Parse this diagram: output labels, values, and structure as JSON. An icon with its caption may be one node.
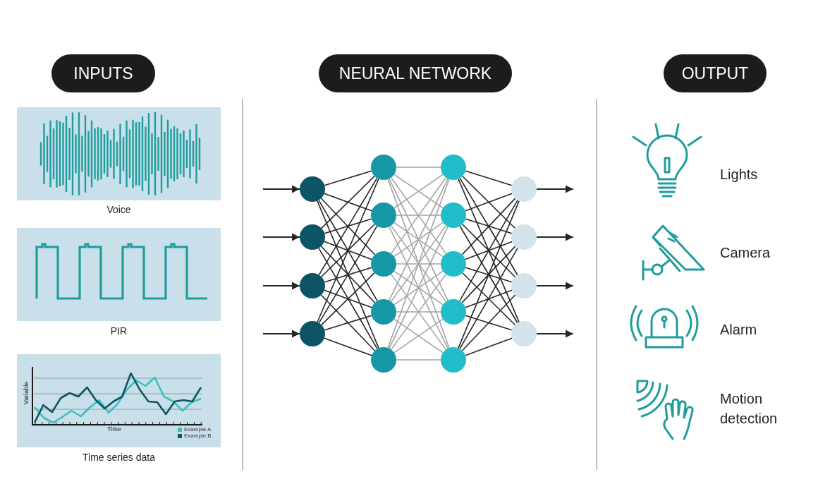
{
  "diagram": {
    "nodes": [
      {
        "text": [
          "INPUTS"
        ]
      },
      {
        "text": [
          "NEURAL NETWORK"
        ]
      },
      {
        "text": [
          "OUTPUT"
        ]
      },
      {
        "text": [],
        "shape": "circle"
      },
      {
        "text": [],
        "shape": "circle"
      },
      {
        "text": [],
        "shape": "circle"
      },
      {
        "text": [],
        "shape": "circle"
      },
      {
        "text": [],
        "shape": "circle"
      },
      {
        "text": [],
        "shape": "circle"
      },
      {
        "text": [],
        "shape": "circle"
      },
      {
        "text": [],
        "shape": "circle"
      },
      {
        "text": [],
        "shape": "circle"
      },
      {
        "text": [],
        "shape": "circle"
      },
      {
        "text": [],
        "shape": "circle"
      },
      {
        "text": [],
        "shape": "circle"
      },
      {
        "text": [],
        "shape": "circle"
      },
      {
        "text": [],
        "shape": "circle"
      },
      {
        "text": [],
        "shape": "circle"
      },
      {
        "text": [],
        "shape": "circle"
      },
      {
        "text": [],
        "shape": "circle"
      },
      {
        "text": [],
        "shape": "circle"
      }
    ],
    "edges": [
      {
        "from": null,
        "to": 3,
        "arrow": "to"
      },
      {
        "from": null,
        "to": 4,
        "arrow": "to"
      },
      {
        "from": null,
        "to": 5,
        "arrow": "to"
      },
      {
        "from": null,
        "to": 6,
        "arrow": "to"
      },
      {
        "from": 3,
        "to": 7,
        "arrow": "none"
      },
      {
        "from": 3,
        "to": 8,
        "arrow": "none"
      },
      {
        "from": 3,
        "to": 9,
        "arrow": "none"
      },
      {
        "from": 3,
        "to": 10,
        "arrow": "none"
      },
      {
        "from": 3,
        "to": 11,
        "arrow": "none"
      },
      {
        "from": 4,
        "to": 7,
        "arrow": "none"
      },
      {
        "from": 4,
        "to": 8,
        "arrow": "none"
      },
      {
        "from": 4,
        "to": 9,
        "arrow": "none"
      },
      {
        "from": 4,
        "to": 10,
        "arrow": "none"
      },
      {
        "from": 4,
        "to": 11,
        "arrow": "none"
      },
      {
        "from": 5,
        "to": 7,
        "arrow": "none"
      },
      {
        "from": 5,
        "to": 8,
        "arrow": "none"
      },
      {
        "from": 5,
        "to": 9,
        "arrow": "none"
      },
      {
        "from": 5,
        "to": 10,
        "arrow": "none"
      },
      {
        "from": 5,
        "to": 11,
        "arrow": "none"
      },
      {
        "from": 6,
        "to": 7,
        "arrow": "none"
      },
      {
        "from": 6,
        "to": 8,
        "arrow": "none"
      },
      {
        "from": 6,
        "to": 9,
        "arrow": "none"
      },
      {
        "from": 6,
        "to": 10,
        "arrow": "none"
      },
      {
        "from": 6,
        "to": 11,
        "arrow": "none"
      },
      {
        "from": 7,
        "to": 12,
        "arrow": "none",
        "color": "#a3a3a3"
      },
      {
        "from": 7,
        "to": 13,
        "arrow": "none",
        "color": "#a3a3a3"
      },
      {
        "from": 7,
        "to": 14,
        "arrow": "none",
        "color": "#a3a3a3"
      },
      {
        "from": 7,
        "to": 15,
        "arrow": "none",
        "color": "#a3a3a3"
      },
      {
        "from": 7,
        "to": 16,
        "arrow": "none",
        "color": "#a3a3a3"
      },
      {
        "from": 8,
        "to": 12,
        "arrow": "none",
        "color": "#a3a3a3"
      },
      {
        "from": 8,
        "to": 13,
        "arrow": "none",
        "color": "#a3a3a3"
      },
      {
        "from": 8,
        "to": 14,
        "arrow": "none",
        "color": "#a3a3a3"
      },
      {
        "from": 8,
        "to": 15,
        "arrow": "none",
        "color": "#a3a3a3"
      },
      {
        "from": 8,
        "to": 16,
        "arrow": "none",
        "color": "#a3a3a3"
      },
      {
        "from": 9,
        "to": 12,
        "arrow": "none",
        "color": "#a3a3a3"
      },
      {
        "from": 9,
        "to": 13,
        "arrow": "none",
        "color": "#a3a3a3"
      },
      {
        "from": 9,
        "to": 14,
        "arrow": "none",
        "color": "#a3a3a3"
      },
      {
        "from": 9,
        "to": 15,
        "arrow": "none",
        "color": "#a3a3a3"
      },
      {
        "from": 9,
        "to": 16,
        "arrow": "none",
        "color": "#a3a3a3"
      },
      {
        "from": 10,
        "to": 12,
        "arrow": "none",
        "color": "#a3a3a3"
      },
      {
        "from": 10,
        "to": 13,
        "arrow": "none",
        "color": "#a3a3a3"
      },
      {
        "from": 10,
        "to": 14,
        "arrow": "none",
        "color": "#a3a3a3"
      },
      {
        "from": 10,
        "to": 15,
        "arrow": "none",
        "color": "#a3a3a3"
      },
      {
        "from": 10,
        "to": 16,
        "arrow": "none",
        "color": "#a3a3a3"
      },
      {
        "from": 11,
        "to": 12,
        "arrow": "none",
        "color": "#a3a3a3"
      },
      {
        "from": 11,
        "to": 13,
        "arrow": "none",
        "color": "#a3a3a3"
      },
      {
        "from": 11,
        "to": 14,
        "arrow": "none",
        "color": "#a3a3a3"
      },
      {
        "from": 11,
        "to": 15,
        "arrow": "none",
        "color": "#a3a3a3"
      },
      {
        "from": 11,
        "to": 16,
        "arrow": "none",
        "color": "#a3a3a3"
      },
      {
        "from": 12,
        "to": 17,
        "arrow": "none"
      },
      {
        "from": 12,
        "to": 18,
        "arrow": "none"
      },
      {
        "from": 12,
        "to": 19,
        "arrow": "none"
      },
      {
        "from": 12,
        "to": 20,
        "arrow": "none"
      },
      {
        "from": 13,
        "to": 17,
        "arrow": "none"
      },
      {
        "from": 13,
        "to": 18,
        "arrow": "none"
      },
      {
        "from": 13,
        "to": 19,
        "arrow": "none"
      },
      {
        "from": 13,
        "to": 20,
        "arrow": "none"
      },
      {
        "from": 14,
        "to": 17,
        "arrow": "none"
      },
      {
        "from": 14,
        "to": 18,
        "arrow": "none"
      },
      {
        "from": 14,
        "to": 19,
        "arrow": "none"
      },
      {
        "from": 14,
        "to": 20,
        "arrow": "none"
      },
      {
        "from": 15,
        "to": 17,
        "arrow": "none"
      },
      {
        "from": 15,
        "to": 18,
        "arrow": "none"
      },
      {
        "from": 15,
        "to": 19,
        "arrow": "none"
      },
      {
        "from": 15,
        "to": 20,
        "arrow": "none"
      },
      {
        "from": 16,
        "to": 17,
        "arrow": "none"
      },
      {
        "from": 16,
        "to": 18,
        "arrow": "none"
      },
      {
        "from": 16,
        "to": 19,
        "arrow": "none"
      },
      {
        "from": 16,
        "to": 20,
        "arrow": "none"
      },
      {
        "from": 17,
        "to": null,
        "arrow": "to"
      },
      {
        "from": 18,
        "to": null,
        "arrow": "to"
      },
      {
        "from": 19,
        "to": null,
        "arrow": "to"
      },
      {
        "from": 20,
        "to": null,
        "arrow": "to"
      }
    ],
    "labels": [
      "Voice",
      "PIR",
      "Variable",
      "Time",
      "Time series data",
      "Lights",
      "Camera",
      "Alarm",
      "Motion detection"
    ],
    "legend": [
      {
        "text": "Example A",
        "color": "#3dbfbf"
      },
      {
        "text": "Example B",
        "color": "#0e5561"
      }
    ]
  }
}
